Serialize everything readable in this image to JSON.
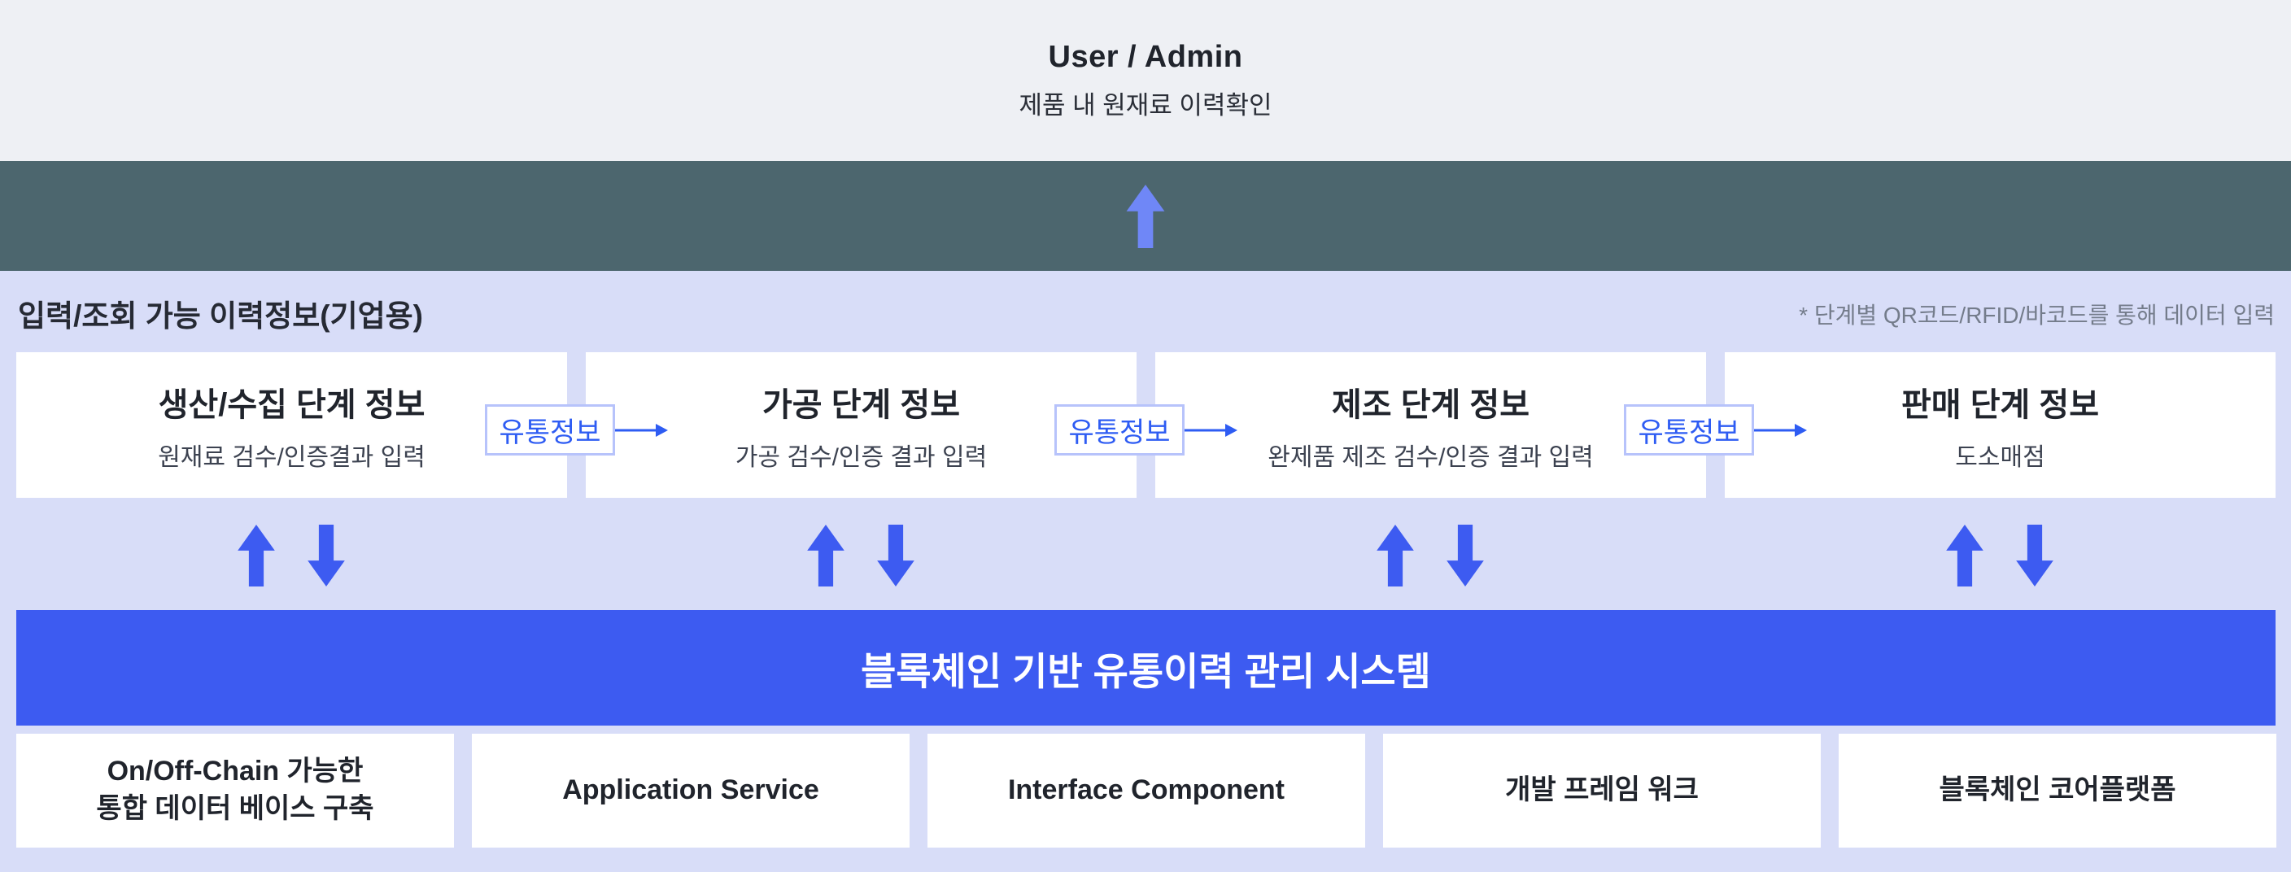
{
  "header": {
    "title": "User / Admin",
    "subtitle": "제품 내 원재료 이력확인"
  },
  "section": {
    "title": "입력/조회 가능 이력정보(기업용)",
    "note": "* 단계별 QR코드/RFID/바코드를 통해 데이터 입력",
    "flow_label": "유통정보",
    "stages": [
      {
        "title": "생산/수집 단계 정보",
        "subtitle": "원재료 검수/인증결과 입력"
      },
      {
        "title": "가공 단계 정보",
        "subtitle": "가공 검수/인증 결과 입력"
      },
      {
        "title": "제조 단계 정보",
        "subtitle": "완제품 제조 검수/인증 결과 입력"
      },
      {
        "title": "판매 단계 정보",
        "subtitle": "도소매점"
      }
    ]
  },
  "system_bar": {
    "label": "블록체인 기반 유통이력 관리 시스템"
  },
  "foundation": {
    "items": [
      {
        "label": "On/Off-Chain 가능한\n통합 데이터 베이스 구축"
      },
      {
        "label": "Application Service"
      },
      {
        "label": "Interface Component"
      },
      {
        "label": "개발 프레임 워크"
      },
      {
        "label": "블록체인 코어플랫폼"
      }
    ]
  },
  "colors": {
    "accent_blue": "#3d5bf1",
    "light_arrow_blue": "#6f87f7",
    "teal_band": "#4c666e",
    "top_band_bg": "#eef0f4",
    "section_bg": "#d8ddf8",
    "badge_border": "#b7c3fb",
    "badge_text": "#2e5cf3",
    "box_bg": "#ffffff",
    "title_text": "#20242c",
    "subtitle_text": "#3c4250",
    "note_text": "#747c8b"
  }
}
